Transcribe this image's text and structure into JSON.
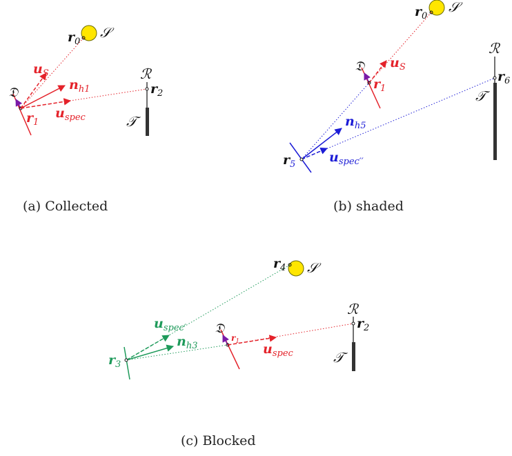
{
  "colors": {
    "red": "#e4222a",
    "blue": "#1c1cd6",
    "green": "#1e9a5a",
    "purple": "#7a1aa8",
    "sun_fill": "#ffe600",
    "sun_stroke": "#6a6a00",
    "black": "#111111",
    "tower": "#333333"
  },
  "panels": {
    "a": {
      "caption": "(a) Collected",
      "source": "𝒮",
      "receiver": "ℛ",
      "tower": "𝒯",
      "heliostat": "𝔇",
      "r_sun": "r",
      "r_sun_sub": "0",
      "r_helio": "r",
      "r_helio_sub": "1",
      "r_recv": "r",
      "r_recv_sub": "2",
      "u_s": "u",
      "u_s_sub": "S",
      "n_h": "n",
      "n_h_sub": "h1",
      "u_spec": "u",
      "u_spec_sub": "spec"
    },
    "b": {
      "caption": "(b) shaded",
      "source": "𝒮",
      "receiver": "ℛ",
      "tower": "𝒯",
      "heliostat": "𝔇",
      "r_sun": "r",
      "r_sun_sub": "0",
      "r_helio": "r",
      "r_helio_sub": "1",
      "r_recv": "r",
      "r_recv_sub": "6",
      "r_shaded": "r",
      "r_shaded_sub": "5",
      "u_s": "u",
      "u_s_sub": "S",
      "n_h": "n",
      "n_h_sub": "h5",
      "u_spec": "u",
      "u_spec_sub": "spec′′"
    },
    "c": {
      "caption": "(c) Blocked",
      "source": "𝒮",
      "receiver": "ℛ",
      "tower": "𝒯",
      "heliostat": "𝔇",
      "r_sun": "r",
      "r_sun_sub": "4",
      "r_blocked": "r",
      "r_blocked_sub": "3",
      "r_helio": "r",
      "r_helio_sub": "1",
      "r_recv": "r",
      "r_recv_sub": "2",
      "u_spec_green": "u",
      "u_spec_green_sub": "spec′",
      "n_h": "n",
      "n_h_sub": "h3",
      "u_spec": "u",
      "u_spec_sub": "spec"
    }
  }
}
